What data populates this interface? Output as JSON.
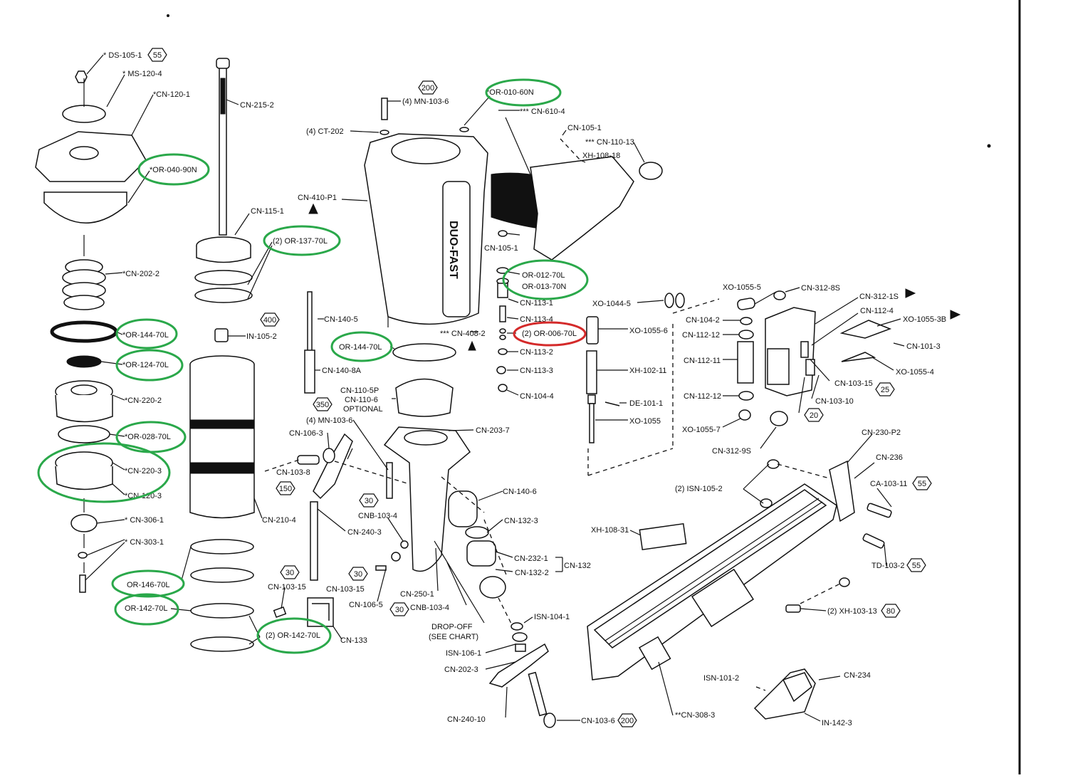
{
  "labels": {
    "ds_105_1": "* DS-105-1",
    "ms_120_4": "* MS-120-4",
    "cn_120_1": "*CN-120-1",
    "or_040_90n": "*OR-040-90N",
    "cn_202_2": "*CN-202-2",
    "or_144_70l_left": "*OR-144-70L",
    "or_124_70l": "*OR-124-70L",
    "cn_220_2": "*CN-220-2",
    "or_028_70l": "*OR-028-70L",
    "cn_220_3": "*CN-220-3",
    "cn_120_3": "*CN-120-3",
    "cn_306_1": "* CN-306-1",
    "cn_303_1": "* CN-303-1",
    "or_146_70l": "OR-146-70L",
    "or_142_70l": "OR-142-70L",
    "cn_215_2": "CN-215-2",
    "cn_115_1": "CN-115-1",
    "or_137_70l": "(2) OR-137-70L",
    "in_105_2": "IN-105-2",
    "cn_210_4": "CN-210-4",
    "cn_103_15_a": "CN-103-15",
    "or_142_70l_2": "(2) OR-142-70L",
    "cn_133": "CN-133",
    "mn_103_6_top": "(4) MN-103-6",
    "ct_202": "(4) CT-202",
    "or_010_60n": "*OR-010-60N",
    "cn_610_4": "*** CN-610-4",
    "cn_410_p1": "CN-410-P1",
    "cn_105_1_top": "CN-105-1",
    "cn_110_13": "*** CN-110-13",
    "xh_108_18": "XH-108-18",
    "cn_105_1_mid": "CN-105-1",
    "or_012_70l": "OR-012-70L",
    "or_013_70n": "OR-013-70N",
    "cn_113_1": "CN-113-1",
    "cn_113_4": "CN-113-4",
    "or_006_70l": "(2) OR-006-70L",
    "cn_113_2": "CN-113-2",
    "cn_113_3": "CN-113-3",
    "cn_104_4": "CN-104-4",
    "cn_408_2": "*** CN-408-2",
    "cn_140_5": "CN-140-5",
    "or_144_70l_mid": "OR-144-70L",
    "cn_140_8a": "CN-140-8A",
    "cn_110_5p": "CN-110-5P",
    "cn_110_6": "CN-110-6",
    "optional": "OPTIONAL",
    "mn_103_6_mid": "(4) MN-103-6",
    "cn_106_3": "CN-106-3",
    "cn_103_8": "CN-103-8",
    "cn_203_7": "CN-203-7",
    "cn_140_6": "CN-140-6",
    "cnb_103_4_a": "CNB-103-4",
    "cn_240_3": "CN-240-3",
    "cn_132_3": "CN-132-3",
    "cn_232_1": "CN-232-1",
    "cn_132_2": "CN-132-2",
    "cn_132": "CN-132",
    "cn_103_15_b": "CN-103-15",
    "cn_106_5": "CN-106-5",
    "cn_250_1": "CN-250-1",
    "cnb_103_4_b": "CNB-103-4",
    "drop_off": "DROP-OFF",
    "see_chart": "(SEE CHART)",
    "isn_104_1": "ISN-104-1",
    "isn_106_1": "ISN-106-1",
    "cn_202_3": "CN-202-3",
    "cn_240_10": "CN-240-10",
    "cn_103_6": "CN-103-6",
    "xo_1044_5": "XO-1044-5",
    "xo_1055_5": "XO-1055-5",
    "cn_312_8s": "CN-312-8S",
    "cn_312_1s": "CN-312-1S",
    "cn_104_2": "CN-104-2",
    "cn_112_4": "CN-112-4",
    "xo_1055_3b": "XO-1055-3B",
    "cn_112_12_a": "CN-112-12",
    "xo_1055_6": "XO-1055-6",
    "cn_101_3": "CN-101-3",
    "cn_112_11": "CN-112-11",
    "xh_102_11": "XH-102-11",
    "xo_1055_4": "XO-1055-4",
    "cn_103_15_c": "CN-103-15",
    "cn_112_12_b": "CN-112-12",
    "cn_103_10": "CN-103-10",
    "de_101_1": "DE-101-1",
    "xo_1055": "XO-1055",
    "xo_1055_7": "XO-1055-7",
    "cn_312_9s": "CN-312-9S",
    "cn_230_p2": "CN-230-P2",
    "cn_236": "CN-236",
    "isn_105_2": "(2) ISN-105-2",
    "ca_103_11": "CA-103-11",
    "xh_108_31": "XH-108-31",
    "td_103_2": "TD-103-2",
    "xh_103_13": "(2) XH-103-13",
    "isn_101_2": "ISN-101-2",
    "cn_234": "CN-234",
    "cn_308_3": "**CN-308-3",
    "in_142_3": "IN-142-3",
    "tool_brand": "DUO-FAST"
  },
  "badges": {
    "b55_ds": "55",
    "b200_top": "200",
    "b400": "400",
    "b350": "350",
    "b150": "150",
    "b30_a": "30",
    "b30_b": "30",
    "b30_c": "30",
    "b30_d": "30",
    "b25": "25",
    "b20": "20",
    "b55_ca": "55",
    "b55_td": "55",
    "b80": "80",
    "b200_bottom": "200"
  },
  "colors": {
    "highlight_green": "#2aa84a",
    "highlight_red": "#d42a2a"
  }
}
